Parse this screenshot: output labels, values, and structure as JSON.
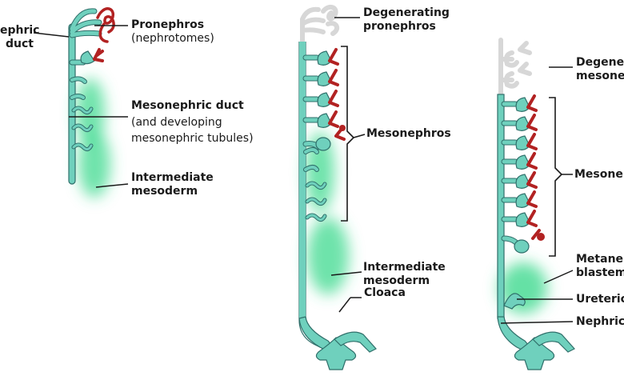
{
  "colors": {
    "teal": "#6fd0bd",
    "teal_outline": "#2f6f6a",
    "mesoderm": "#3fd98f",
    "tubule_red": "#b22222",
    "degenerate_gray": "#d7d7d7",
    "text": "#1a1a1a"
  },
  "labels": {
    "stage1": {
      "nephric_duct": [
        "ephric",
        "duct"
      ],
      "pronephros_title": "Pronephros",
      "pronephros_sub": "(nephrotomes)",
      "mesonephric_duct_title": "Mesonephric duct",
      "mesonephric_duct_sub": [
        "(and developing",
        "mesonephric tubules)"
      ],
      "intermediate_mesoderm": [
        "Intermediate",
        "mesoderm"
      ]
    },
    "stage2": {
      "degenerating_pronephros": [
        "Degenerating",
        "pronephros"
      ],
      "mesonephros": "Mesonephros",
      "intermediate_mesoderm": [
        "Intermediate",
        "mesoderm"
      ],
      "cloaca": "Cloaca"
    },
    "stage3": {
      "degenerating_mesonephros": [
        "Degener",
        "mesone"
      ],
      "mesonephros": "Mesonep",
      "metanephric_blastema": [
        "Metanep",
        "blastem"
      ],
      "ureteric": "Ureteric",
      "nephric": "Nephric"
    }
  },
  "icons": [
    "tubule-glyph",
    "nephrotome-coil-glyph",
    "bracket-glyph"
  ]
}
